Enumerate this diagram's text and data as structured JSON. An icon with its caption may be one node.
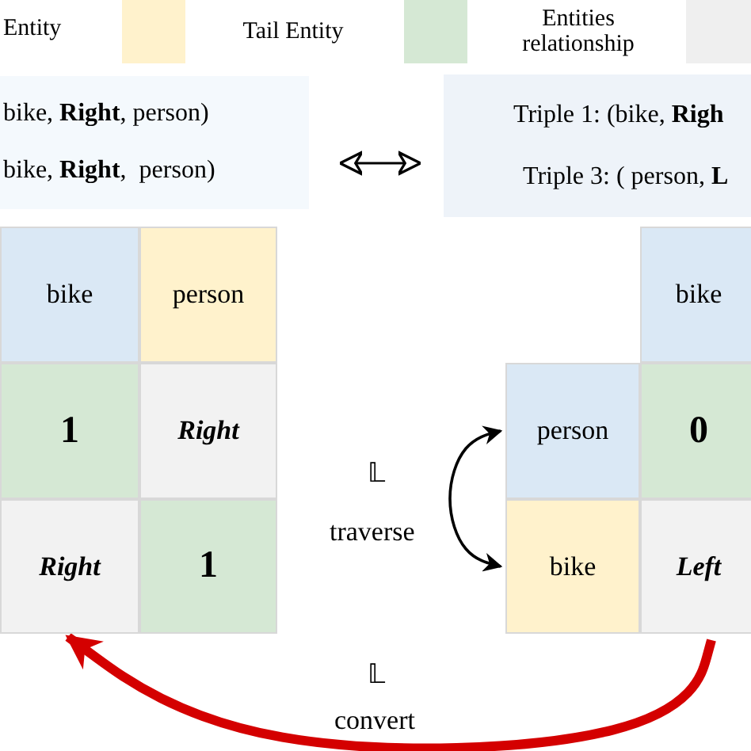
{
  "diagram": {
    "nodes": [
      {
        "text": [
          "bike, **Right**, person)",
          "bike, **Right**,  person)"
        ]
      },
      {
        "text": [
          "Triple 1: (bike, **Righ**",
          "Triple 3: ( person, **L**"
        ]
      },
      {
        "text": [
          "bike"
        ]
      },
      {
        "text": [
          "person"
        ]
      },
      {
        "text": [
          "1"
        ]
      },
      {
        "text": [
          "Right"
        ]
      },
      {
        "text": [
          "Right"
        ]
      },
      {
        "text": [
          "1"
        ]
      },
      {
        "text": [
          "bike"
        ]
      },
      {
        "text": [
          "person"
        ]
      },
      {
        "text": [
          "0"
        ]
      },
      {
        "text": [
          "bike"
        ]
      },
      {
        "text": [
          "Left"
        ]
      }
    ],
    "edges": [
      {
        "from": 0,
        "to": 1,
        "arrow": "both"
      },
      {
        "from": 9,
        "to": 11,
        "arrow": "both"
      },
      {
        "from": 12,
        "to": 6,
        "arrow": "to",
        "style": "thick",
        "color": "#d40000"
      }
    ],
    "labels": [
      "Entity",
      "𝕃",
      "traverse",
      "𝕃",
      "convert"
    ],
    "legend": [
      {
        "text": "Tail Entity",
        "color": "#fff2cc"
      },
      {
        "text": "Entities relationship",
        "color": "#d5e8d4"
      }
    ]
  }
}
